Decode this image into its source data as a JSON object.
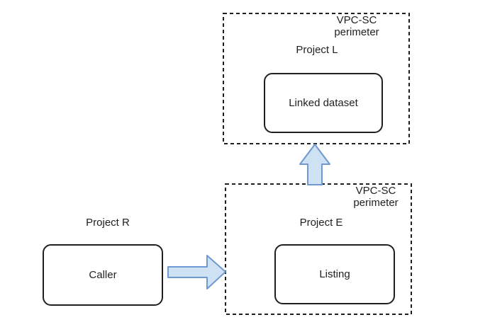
{
  "colors": {
    "arrow_fill": "#cfe2f3",
    "arrow_stroke": "#6f9ad1",
    "line": "#1f1f1f"
  },
  "perimeters": {
    "top": {
      "label": "VPC-SC perimeter",
      "project": "Project L",
      "node": "Linked dataset"
    },
    "bottom": {
      "label": "VPC-SC perimeter",
      "project": "Project E",
      "node": "Listing"
    }
  },
  "external": {
    "project": "Project R",
    "node": "Caller"
  },
  "arrows": {
    "caller_to_listing": "right-block-arrow",
    "listing_to_linked_dataset": "up-block-arrow"
  }
}
